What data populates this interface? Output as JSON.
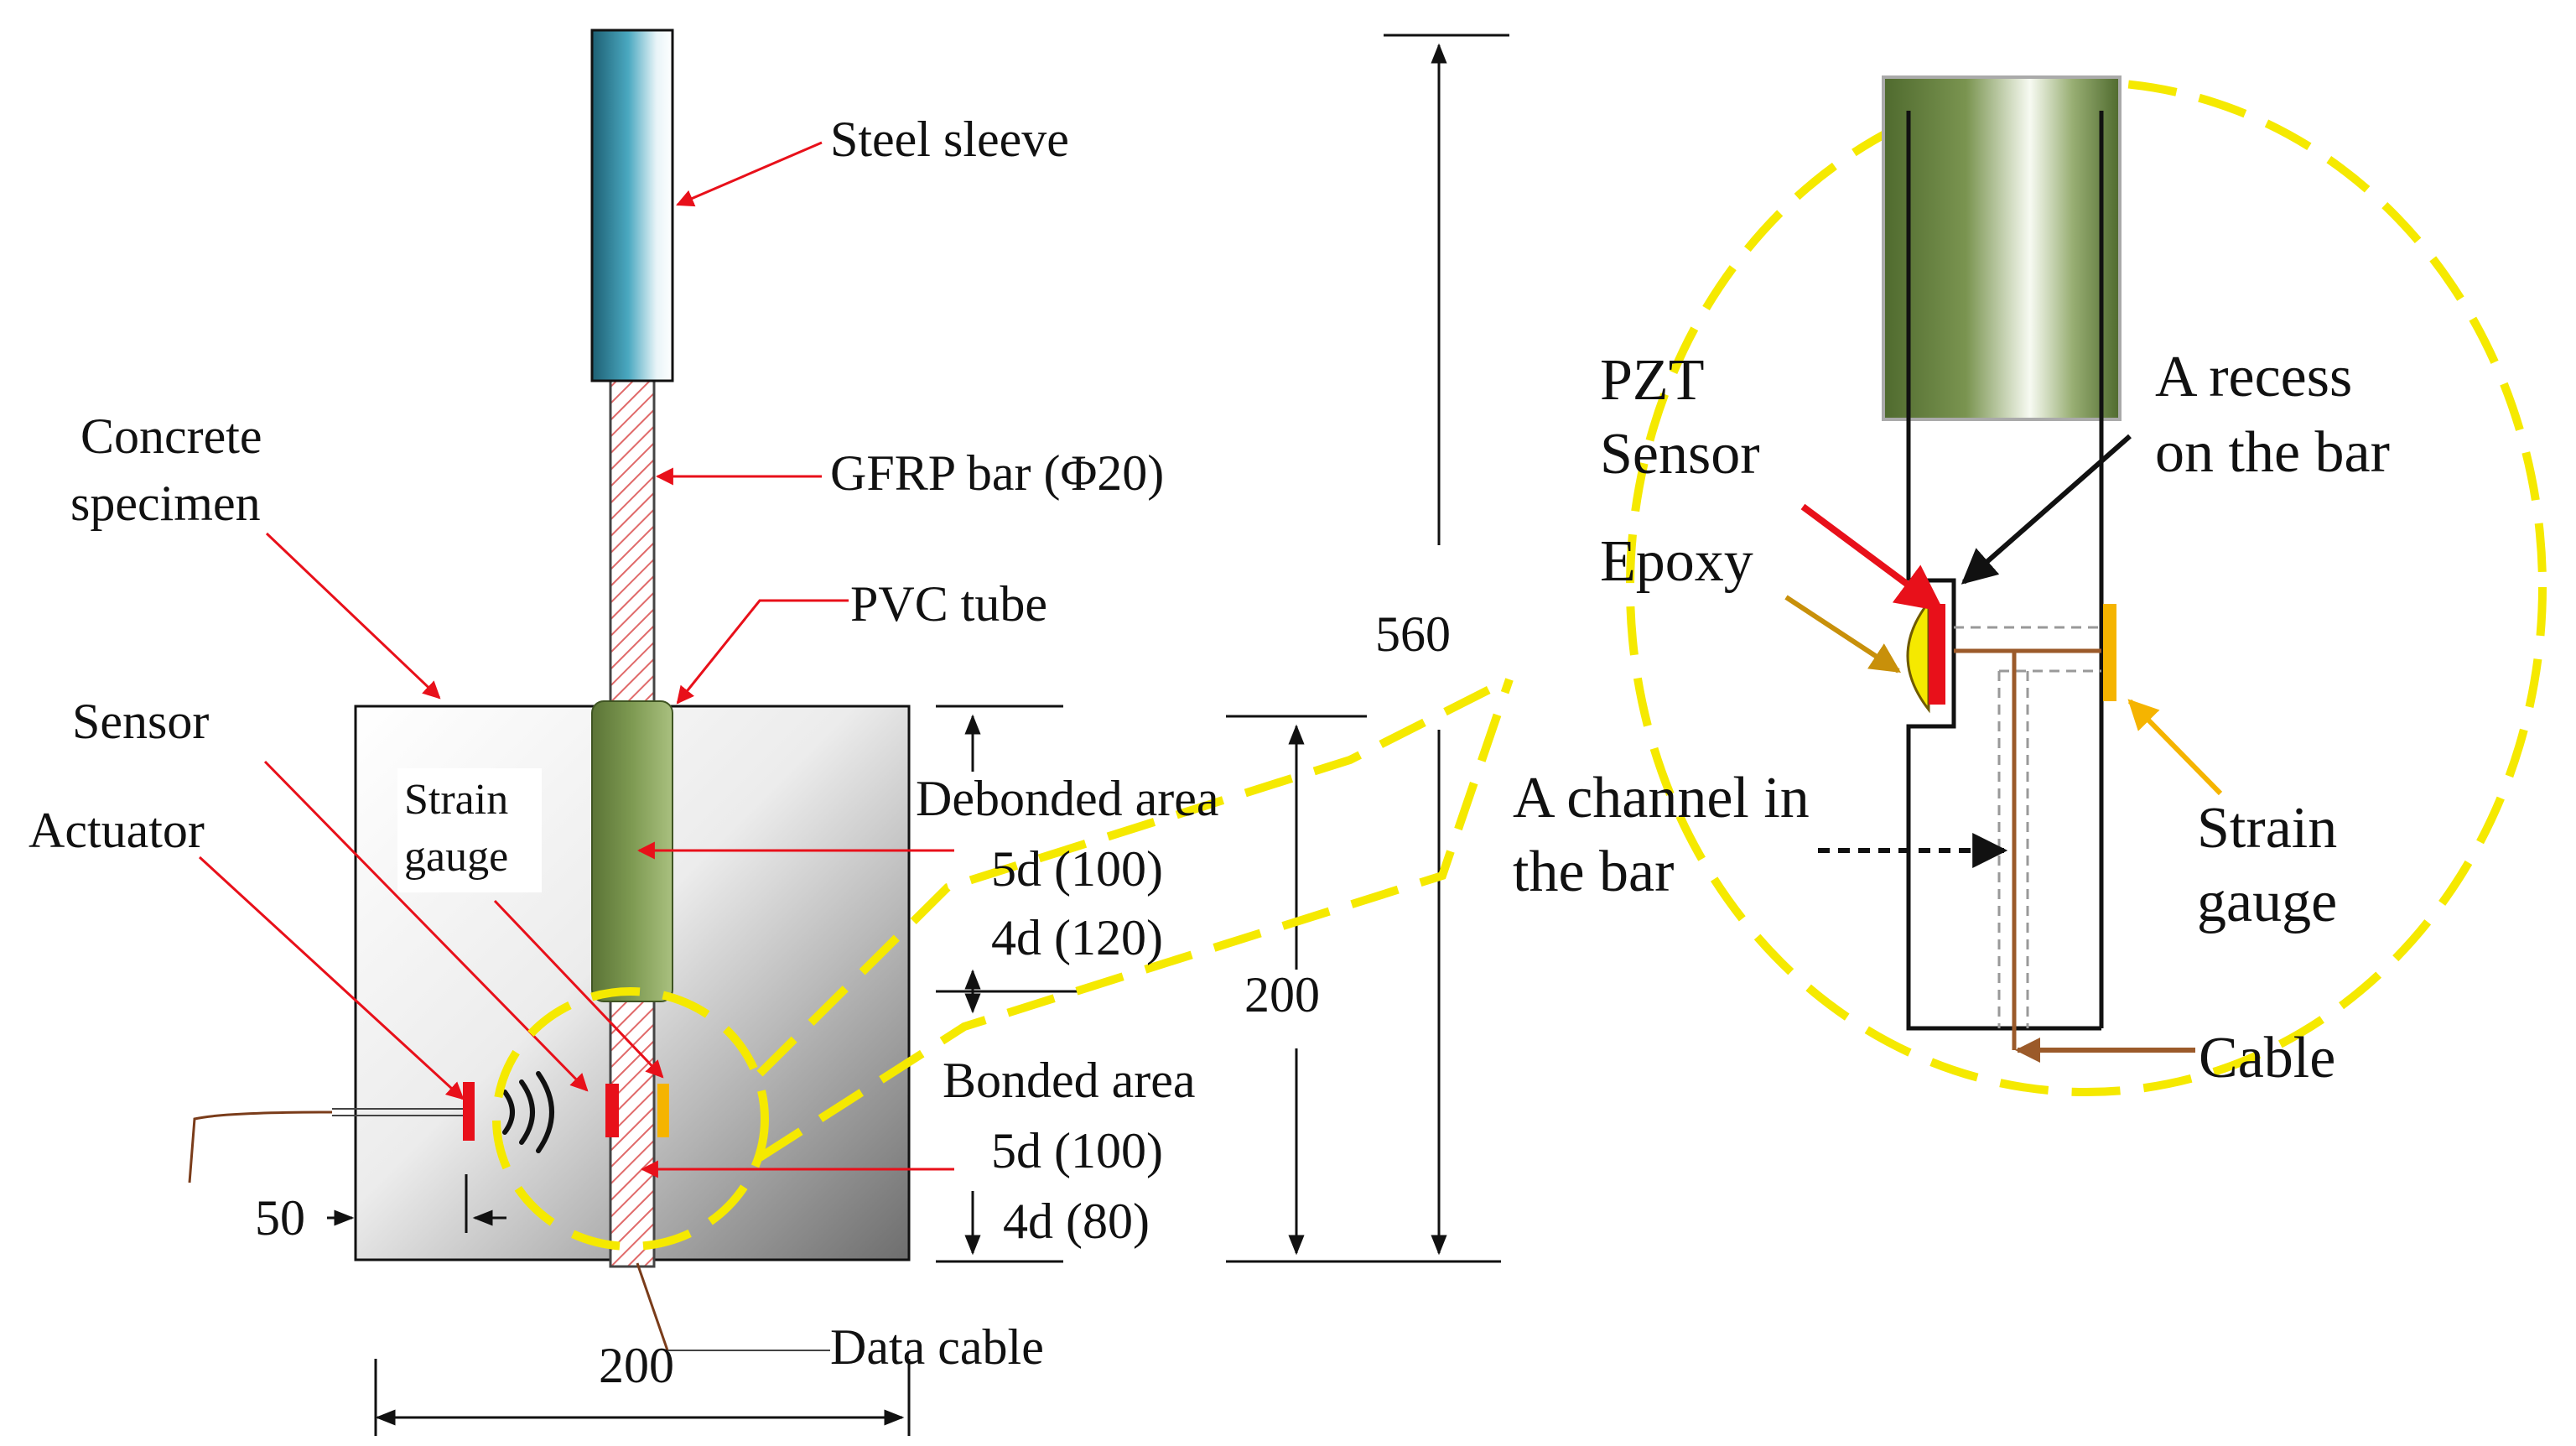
{
  "labels": {
    "steel_sleeve": "Steel sleeve",
    "gfrp_bar": "GFRP bar (Φ20)",
    "pvc_tube": "PVC tube",
    "concrete_specimen_1": "Concrete",
    "concrete_specimen_2": "specimen",
    "sensor": "Sensor",
    "actuator": "Actuator",
    "strain_gauge_1": "Strain",
    "strain_gauge_2": "gauge",
    "debonded_area": "Debonded area",
    "debonded_5d": "5d (100)",
    "debonded_4d": "4d (120)",
    "bonded_area": "Bonded area",
    "bonded_5d": "5d (100)",
    "bonded_4d": "4d (80)",
    "data_cable": "Data cable",
    "dim_50": "50",
    "dim_200_width": "200",
    "dim_200_height": "200",
    "dim_560": "560"
  },
  "detail": {
    "pzt_1": "PZT",
    "pzt_2": "Sensor",
    "recess_1": "A recess",
    "recess_2": "on the bar",
    "epoxy": "Epoxy",
    "channel_1": "A channel in",
    "channel_2": "the bar",
    "strain_1": "Strain",
    "strain_2": "gauge",
    "cable": "Cable"
  },
  "colors": {
    "arrow_red": "#e8101a",
    "highlight_yellow": "#f5e900",
    "pvc_green": "#6f8a45",
    "sleeve_blue": "#2f8ea6",
    "cable_brown": "#9b5a2a",
    "epoxy_gold": "#c8900a",
    "strain_orange": "#f5b400"
  }
}
